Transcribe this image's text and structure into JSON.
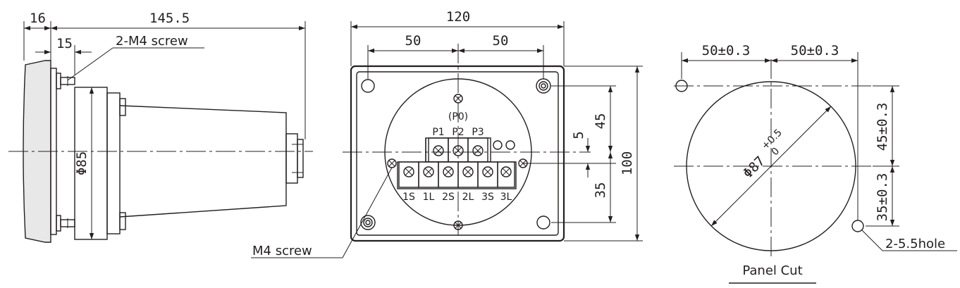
{
  "side_view": {
    "dim_front_depth": "16",
    "dim_total_depth": "145.5",
    "dim_screw_offset": "15",
    "dim_diameter": "Φ85",
    "label_screw": "2-M4 screw"
  },
  "rear_view": {
    "dim_width": "120",
    "dim_half_left": "50",
    "dim_half_right": "50",
    "dim_top": "45",
    "dim_gap": "5",
    "dim_bottom": "35",
    "dim_height": "100",
    "terminal_group_label": "(P0)",
    "terminals_top": [
      "P1",
      "P2",
      "P3"
    ],
    "terminals_bottom": [
      "1S",
      "1L",
      "2S",
      "2L",
      "3S",
      "3L"
    ],
    "label_screw": "M4 screw"
  },
  "panel_cut": {
    "dim_left": "50±0.3",
    "dim_right": "50±0.3",
    "dim_top": "45±0.3",
    "dim_bottom": "35±0.3",
    "dim_diameter_prefix": "Φ87",
    "tol_upper": "+0.5",
    "tol_lower": "0",
    "label_hole": "2-5.5hole",
    "title": "Panel Cut"
  }
}
